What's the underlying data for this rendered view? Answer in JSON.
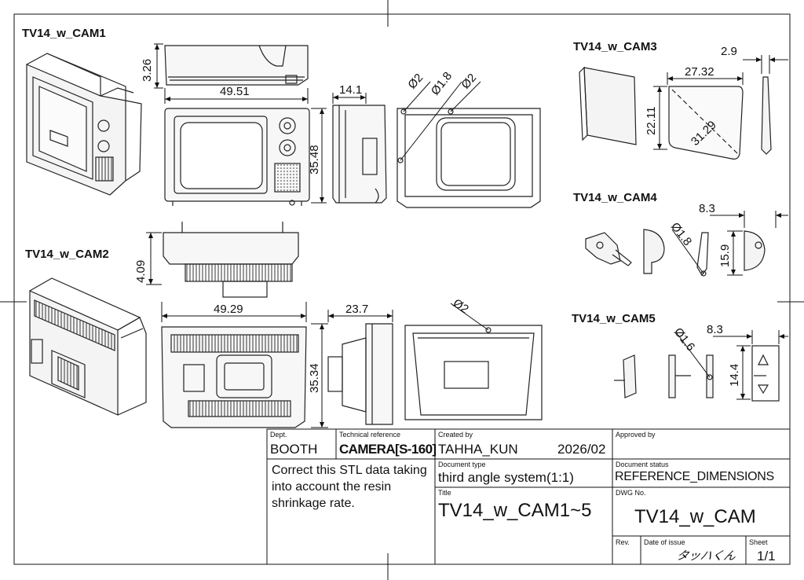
{
  "views": {
    "cam1": "TV14_w_CAM1",
    "cam2": "TV14_w_CAM2",
    "cam3": "TV14_w_CAM3",
    "cam4": "TV14_w_CAM4",
    "cam5": "TV14_w_CAM5"
  },
  "dimensions": {
    "cam1_height": "3.26",
    "cam1_width": "49.51",
    "cam1_depth": "14.1",
    "cam1_front_height": "35.48",
    "cam1_hole_a": "Ø2",
    "cam1_hole_b": "Ø1.8",
    "cam1_hole_c": "Ø2",
    "cam2_height": "4.09",
    "cam2_width": "49.29",
    "cam2_depth": "23.7",
    "cam2_front_height": "35.34",
    "cam2_hole": "Ø2",
    "cam3_thickness": "2.9",
    "cam3_width": "27.32",
    "cam3_height": "22.11",
    "cam3_diagonal": "31.29",
    "cam4_width": "8.3",
    "cam4_hole": "Ø1.8",
    "cam4_height": "15.9",
    "cam5_width": "8.3",
    "cam5_hole": "Ø1.6",
    "cam5_height": "14.4"
  },
  "title_block": {
    "dept_caption": "Dept.",
    "dept": "BOOTH",
    "techref_caption": "Technical reference",
    "techref": "CAMERA[S-160]",
    "created_caption": "Created by",
    "created_by": "TAHHA_KUN",
    "created_date": "2026/02",
    "approved_caption": "Approved by",
    "note": "Correct this STL data taking into account the resin shrinkage rate.",
    "doctype_caption": "Document type",
    "doctype": "third angle system(1:1)",
    "status_caption": "Document status",
    "status": "REFERENCE_DIMENSIONS",
    "title_caption": "Title",
    "title": "TV14_w_CAM1~5",
    "dwg_caption": "DWG No.",
    "dwg": "TV14_w_CAM",
    "rev_caption": "Rev.",
    "date_caption": "Date of issue",
    "signature": "タッハくん",
    "sheet_caption": "Sheet",
    "sheet": "1/1"
  }
}
